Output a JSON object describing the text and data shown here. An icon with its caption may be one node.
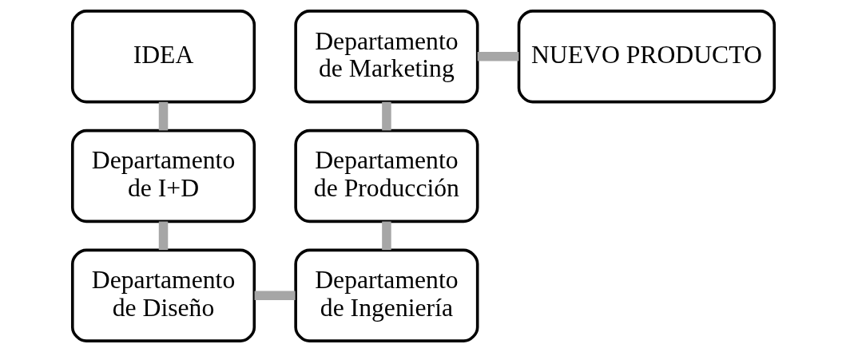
{
  "diagram": {
    "nodes": [
      {
        "text": [
          "IDEA"
        ]
      },
      {
        "text": [
          "Departamento de I+D"
        ]
      },
      {
        "text": [
          "Departamento de Diseño"
        ]
      },
      {
        "text": [
          "Departamento de Ingeniería"
        ]
      },
      {
        "text": [
          "Departamento de Producción"
        ]
      },
      {
        "text": [
          "Departamento de Marketing"
        ]
      },
      {
        "text": [
          "NUEVO PRODUCTO"
        ]
      }
    ],
    "edges": [
      {
        "from": 0,
        "to": 1,
        "arrow": "none"
      },
      {
        "from": 1,
        "to": 2,
        "arrow": "none"
      },
      {
        "from": 2,
        "to": 3,
        "arrow": "none"
      },
      {
        "from": 3,
        "to": 4,
        "arrow": "none"
      },
      {
        "from": 4,
        "to": 5,
        "arrow": "none"
      },
      {
        "from": 5,
        "to": 6,
        "arrow": "none"
      }
    ]
  }
}
